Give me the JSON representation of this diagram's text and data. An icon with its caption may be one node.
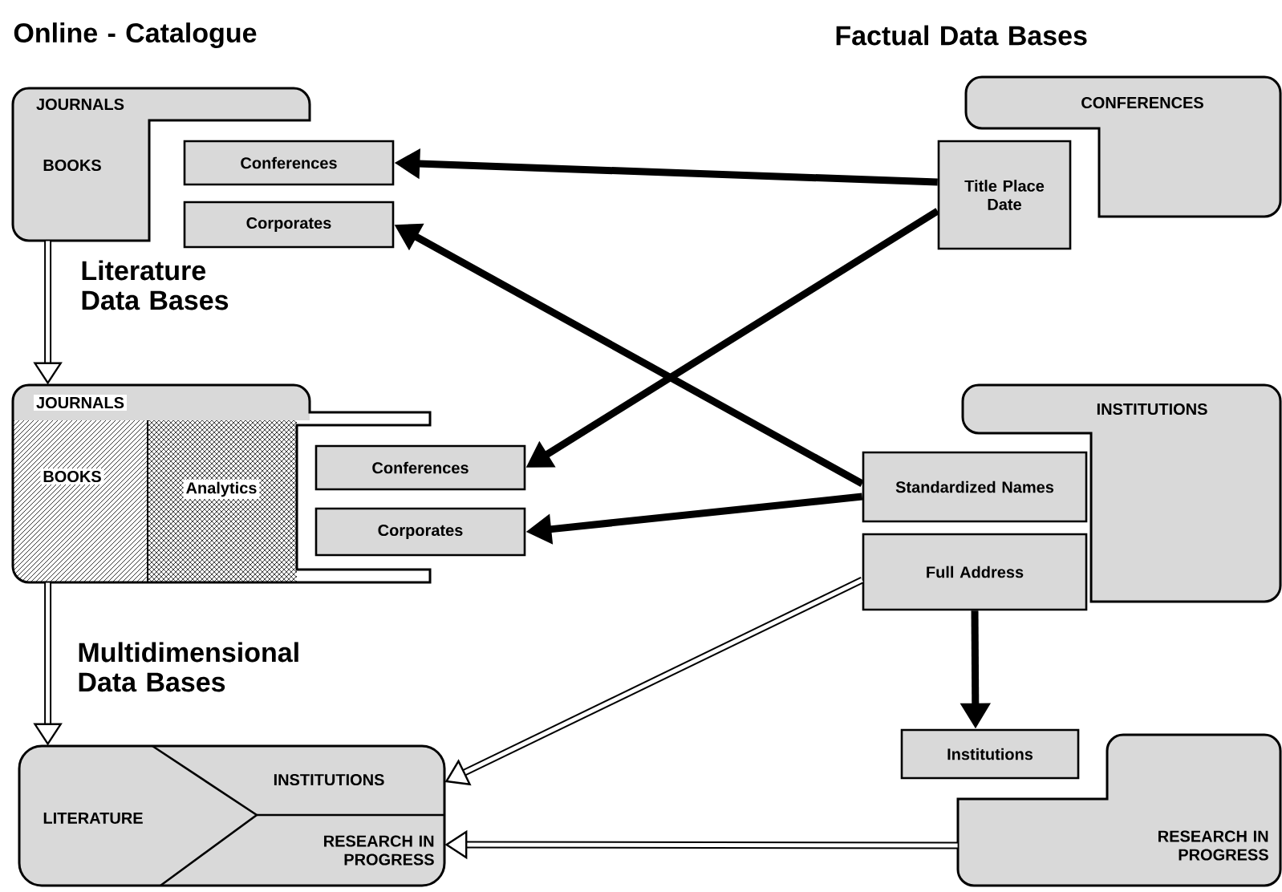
{
  "diagram": {
    "nodes": [
      {
        "text": [
          "JOURNALS",
          "BOOKS"
        ]
      },
      {
        "text": [
          "Conferences"
        ]
      },
      {
        "text": [
          "Corporates"
        ]
      },
      {
        "text": [
          "CONFERENCES"
        ]
      },
      {
        "text": [
          "Title Place Date"
        ]
      },
      {
        "text": [
          "JOURNALS",
          "BOOKS",
          "Analytics"
        ]
      },
      {
        "text": [
          "Conferences"
        ]
      },
      {
        "text": [
          "Corporates"
        ]
      },
      {
        "text": [
          "INSTITUTIONS"
        ]
      },
      {
        "text": [
          "Standardized Names"
        ]
      },
      {
        "text": [
          "Full Address"
        ]
      },
      {
        "text": [
          "Institutions"
        ]
      },
      {
        "text": [
          "LITERATURE",
          "INSTITUTIONS",
          "RESEARCH IN PROGRESS"
        ]
      },
      {
        "text": [
          "RESEARCH IN PROGRESS"
        ]
      }
    ],
    "edges": [
      {
        "from": 0,
        "to": 5,
        "arrow": "to"
      },
      {
        "from": 5,
        "to": 12,
        "arrow": "to"
      },
      {
        "from": 4,
        "to": 1,
        "arrow": "to"
      },
      {
        "from": 4,
        "to": 6,
        "arrow": "to"
      },
      {
        "from": 9,
        "to": 2,
        "arrow": "to"
      },
      {
        "from": 9,
        "to": 7,
        "arrow": "to"
      },
      {
        "from": 10,
        "to": 11,
        "arrow": "to"
      },
      {
        "from": 10,
        "to": 12,
        "arrow": "to"
      },
      {
        "from": 13,
        "to": 12,
        "arrow": "to"
      }
    ],
    "labels": [
      "Online - Catalogue",
      "Factual Data Bases",
      "Literature Data Bases",
      "Multidimensional Data Bases"
    ]
  }
}
